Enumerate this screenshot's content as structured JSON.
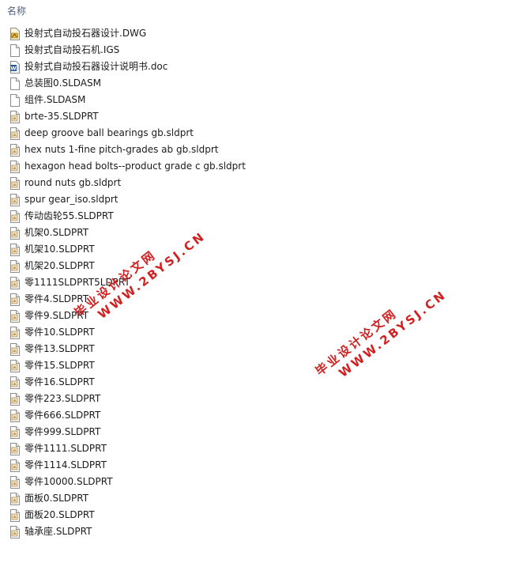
{
  "header": {
    "name_column": "名称"
  },
  "files": [
    {
      "name": "投射式自动投石器设计.DWG",
      "icon": "dwg-file-icon"
    },
    {
      "name": "投射式自动投石机.IGS",
      "icon": "blank-file-icon"
    },
    {
      "name": "投射式自动投石器设计说明书.doc",
      "icon": "word-doc-icon"
    },
    {
      "name": "总装图0.SLDASM",
      "icon": "blank-file-icon"
    },
    {
      "name": "组件.SLDASM",
      "icon": "blank-file-icon"
    },
    {
      "name": "brte-35.SLDPRT",
      "icon": "sldprt-file-icon"
    },
    {
      "name": "deep groove ball bearings gb.sldprt",
      "icon": "sldprt-file-icon"
    },
    {
      "name": "hex nuts 1-fine pitch-grades ab gb.sldprt",
      "icon": "sldprt-file-icon"
    },
    {
      "name": "hexagon head bolts--product grade c gb.sldprt",
      "icon": "sldprt-file-icon"
    },
    {
      "name": "round nuts gb.sldprt",
      "icon": "sldprt-file-icon"
    },
    {
      "name": "spur gear_iso.sldprt",
      "icon": "sldprt-file-icon"
    },
    {
      "name": "传动齿轮55.SLDPRT",
      "icon": "sldprt-file-icon"
    },
    {
      "name": "机架0.SLDPRT",
      "icon": "sldprt-file-icon"
    },
    {
      "name": "机架10.SLDPRT",
      "icon": "sldprt-file-icon"
    },
    {
      "name": "机架20.SLDPRT",
      "icon": "sldprt-file-icon"
    },
    {
      "name": "零1111SLDPRT5LDPRT",
      "icon": "sldprt-file-icon"
    },
    {
      "name": "零件4.SLDPRT",
      "icon": "sldprt-file-icon"
    },
    {
      "name": "零件9.SLDPRT",
      "icon": "sldprt-file-icon"
    },
    {
      "name": "零件10.SLDPRT",
      "icon": "sldprt-file-icon"
    },
    {
      "name": "零件13.SLDPRT",
      "icon": "sldprt-file-icon"
    },
    {
      "name": "零件15.SLDPRT",
      "icon": "sldprt-file-icon"
    },
    {
      "name": "零件16.SLDPRT",
      "icon": "sldprt-file-icon"
    },
    {
      "name": "零件223.SLDPRT",
      "icon": "sldprt-file-icon"
    },
    {
      "name": "零件666.SLDPRT",
      "icon": "sldprt-file-icon"
    },
    {
      "name": "零件999.SLDPRT",
      "icon": "sldprt-file-icon"
    },
    {
      "name": "零件1111.SLDPRT",
      "icon": "sldprt-file-icon"
    },
    {
      "name": "零件1114.SLDPRT",
      "icon": "sldprt-file-icon"
    },
    {
      "name": "零件10000.SLDPRT",
      "icon": "sldprt-file-icon"
    },
    {
      "name": "面板0.SLDPRT",
      "icon": "sldprt-file-icon"
    },
    {
      "name": "面板20.SLDPRT",
      "icon": "sldprt-file-icon"
    },
    {
      "name": "轴承座.SLDPRT",
      "icon": "sldprt-file-icon"
    }
  ],
  "watermark": {
    "line1": "毕业设计论文网",
    "line2": "WWW.2BYSJ.CN",
    "color": "#d21f1f"
  },
  "colors": {
    "header_text": "#4d6082",
    "file_text": "#1b1b1b"
  }
}
